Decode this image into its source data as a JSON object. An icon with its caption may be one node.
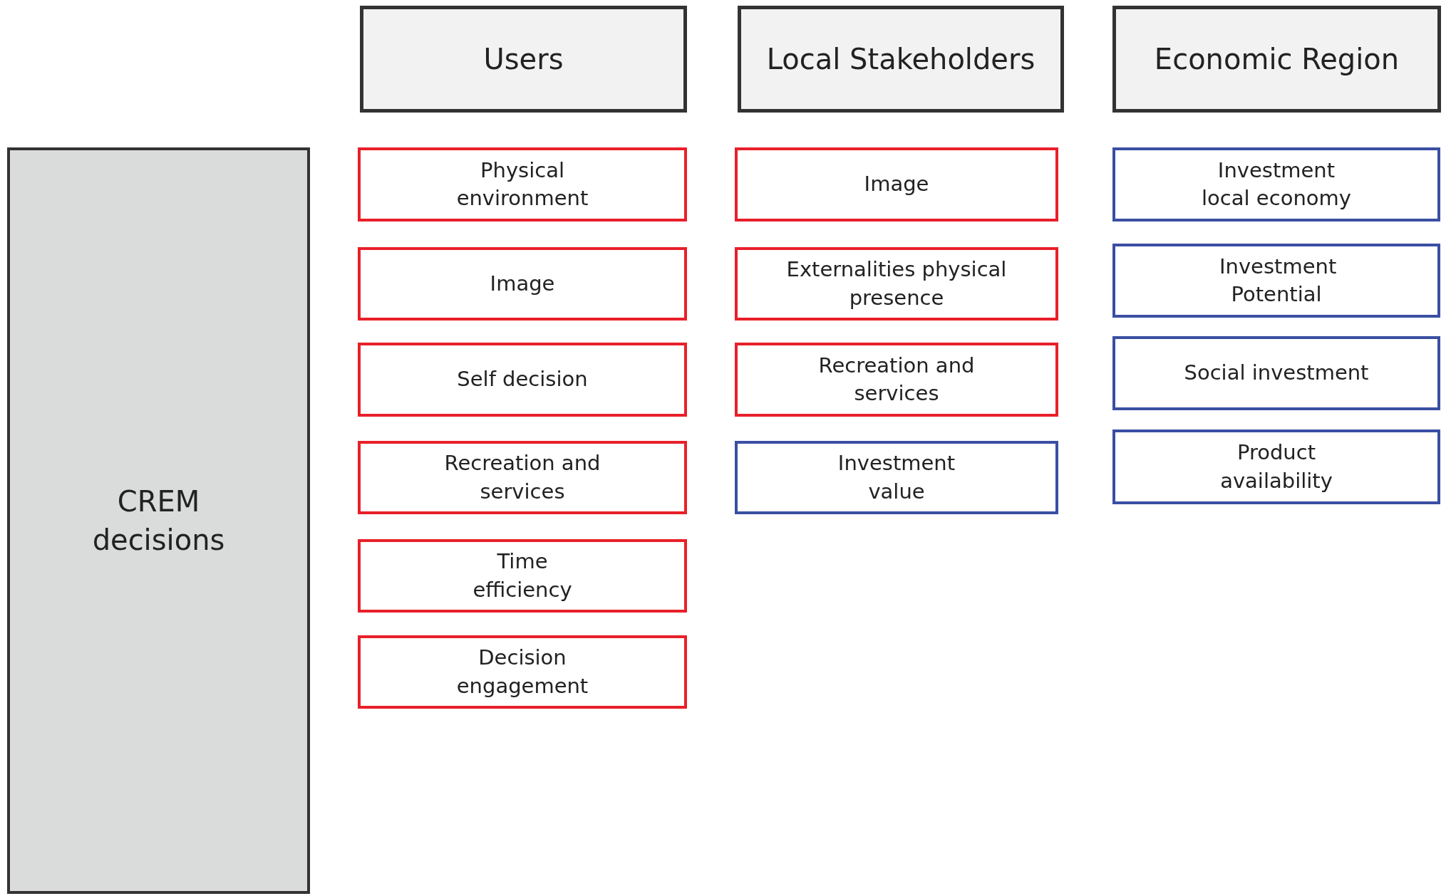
{
  "diagram": {
    "nodes": [
      {
        "text": [
          "CREM decisions"
        ]
      },
      {
        "text": [
          "Users"
        ]
      },
      {
        "text": [
          "Local Stakeholders"
        ]
      },
      {
        "text": [
          "Economic Region"
        ]
      },
      {
        "text": [
          "Physical environment"
        ]
      },
      {
        "text": [
          "Image"
        ]
      },
      {
        "text": [
          "Self decision"
        ]
      },
      {
        "text": [
          "Recreation and services"
        ]
      },
      {
        "text": [
          "Time efficiency"
        ]
      },
      {
        "text": [
          "Decision engagement"
        ]
      },
      {
        "text": [
          "Image"
        ]
      },
      {
        "text": [
          "Externalities physical presence"
        ]
      },
      {
        "text": [
          "Recreation and services"
        ]
      },
      {
        "text": [
          "Investment value"
        ]
      },
      {
        "text": [
          "Investment local economy"
        ]
      },
      {
        "text": [
          "Investment Potential"
        ]
      },
      {
        "text": [
          "Social investment"
        ]
      },
      {
        "text": [
          "Product availability"
        ]
      }
    ],
    "edges": []
  }
}
